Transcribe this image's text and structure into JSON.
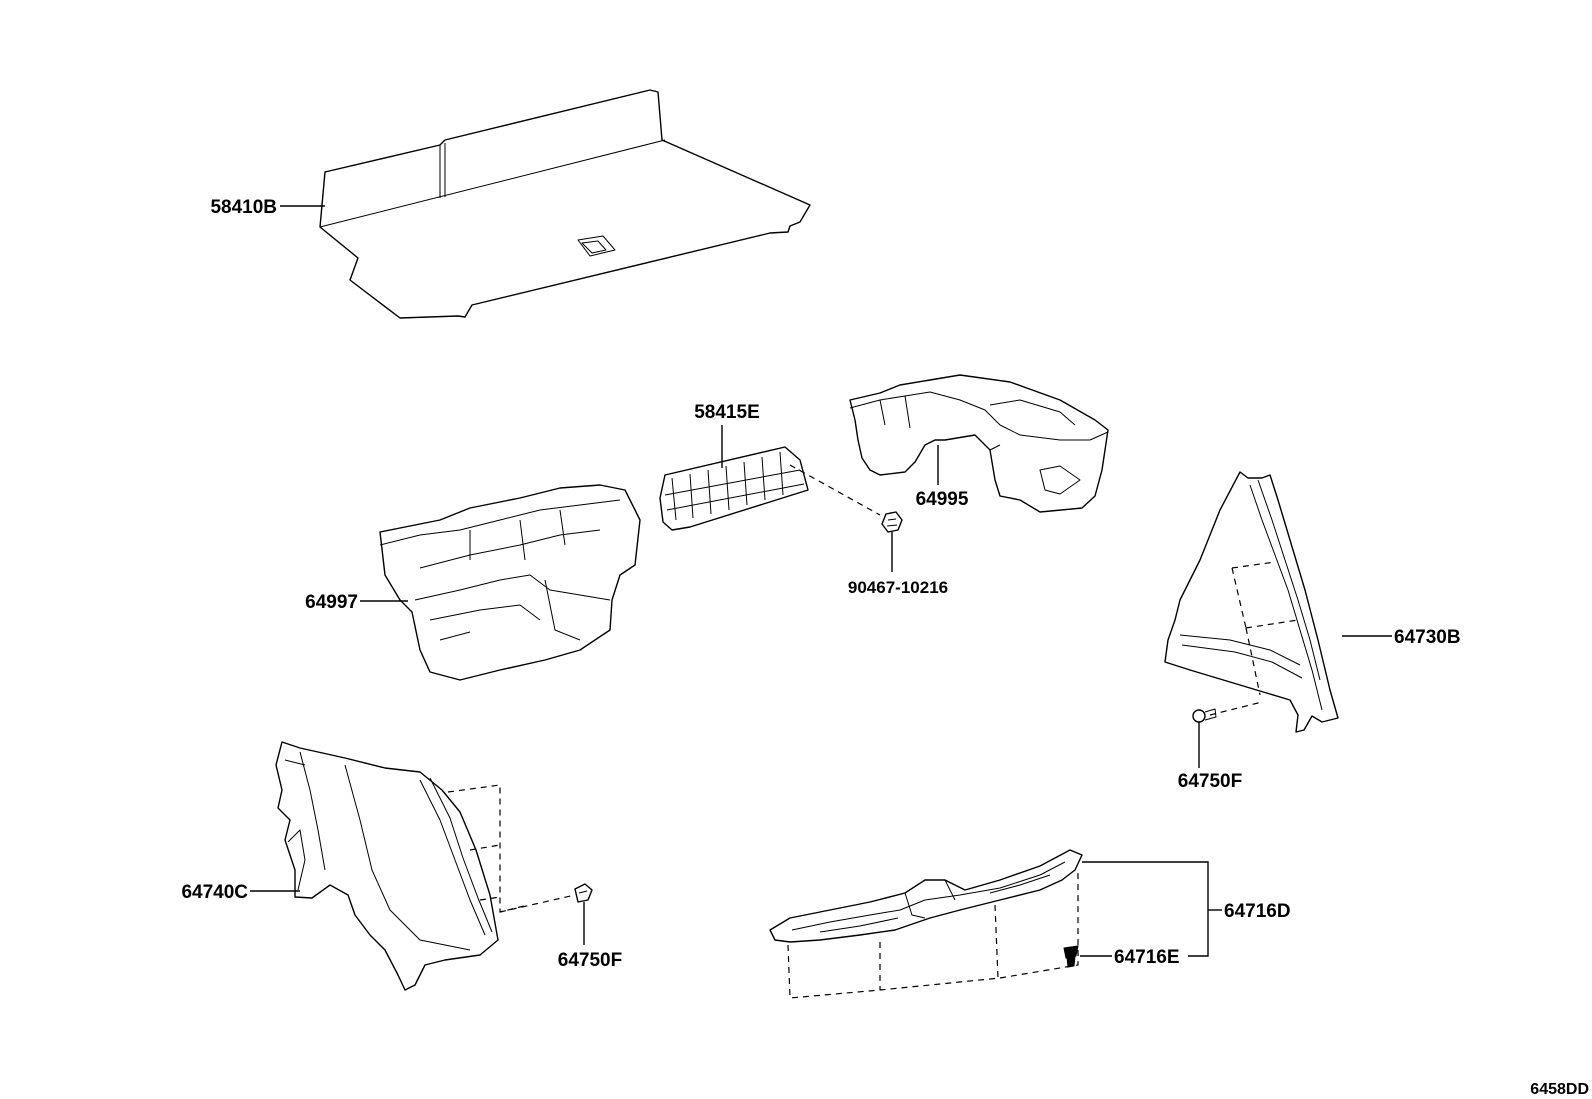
{
  "parts": {
    "deck_board": {
      "part_number": "58410B"
    },
    "tray_cover": {
      "part_number": "58415E"
    },
    "nut": {
      "part_number": "90467-10216"
    },
    "tray_front": {
      "part_number": "64995"
    },
    "tray_main": {
      "part_number": "64997"
    },
    "side_trim_right": {
      "part_number": "64730B"
    },
    "clip_right": {
      "part_number": "64750F"
    },
    "side_trim_left": {
      "part_number": "64740C"
    },
    "clip_left": {
      "part_number": "64750F"
    },
    "rear_plate": {
      "part_number": "64716D"
    },
    "rear_plate_clip": {
      "part_number": "64716E"
    }
  },
  "figure_code": "6458DD"
}
